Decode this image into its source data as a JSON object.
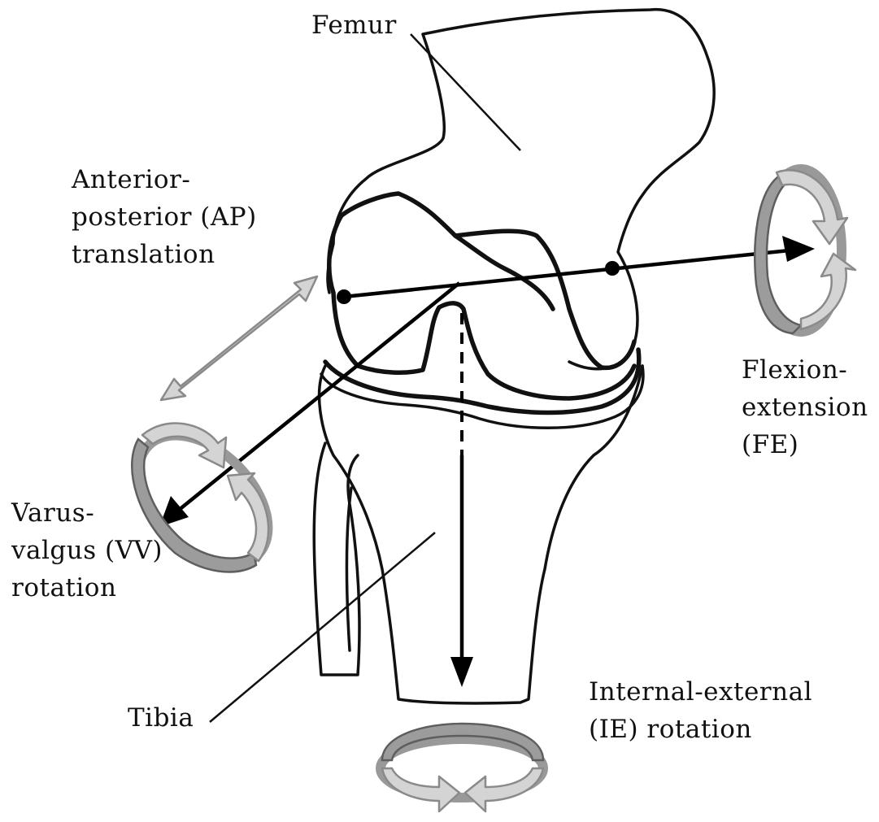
{
  "labels": {
    "femur": "Femur",
    "tibia": "Tibia",
    "ap": [
      "Anterior-",
      "posterior (AP)",
      "translation"
    ],
    "fe": [
      "Flexion-",
      "extension",
      "(FE)"
    ],
    "vv": [
      "Varus-",
      "valgus (VV)",
      "rotation"
    ],
    "ie": [
      "Internal-external",
      "(IE) rotation"
    ]
  },
  "colors": {
    "outline": "#111111",
    "arrow_fill": "#d4d4d4",
    "band_dark": "#9c9c9c"
  }
}
